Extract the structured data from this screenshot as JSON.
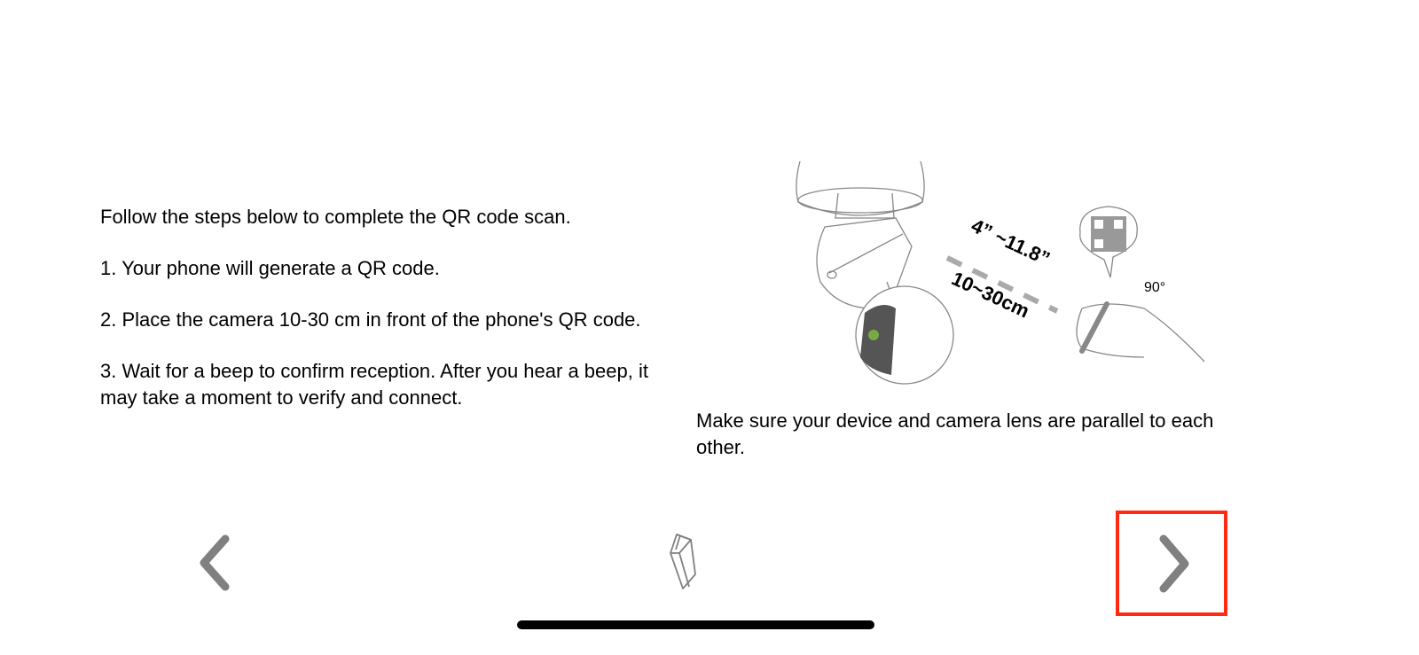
{
  "instructions": {
    "intro": "Follow the steps below to complete the QR code scan.",
    "step1": "1. Your phone will generate a QR code.",
    "step2": "2. Place the camera 10-30 cm in front of the phone's QR code.",
    "step3": "3. Wait for a beep to confirm reception. After you hear a beep, it may take a moment to verify and connect."
  },
  "illustration": {
    "distance_in": "4” ~11.8”",
    "distance_cm": "10~30cm",
    "angle": "90°"
  },
  "caption": "Make sure your device and camera lens are parallel to each other.",
  "nav": {
    "back_icon": "chevron-left-icon",
    "guide_icon": "book-icon",
    "next_icon": "chevron-right-icon",
    "highlight_color": "#ff2a12",
    "icon_color": "#808080"
  }
}
